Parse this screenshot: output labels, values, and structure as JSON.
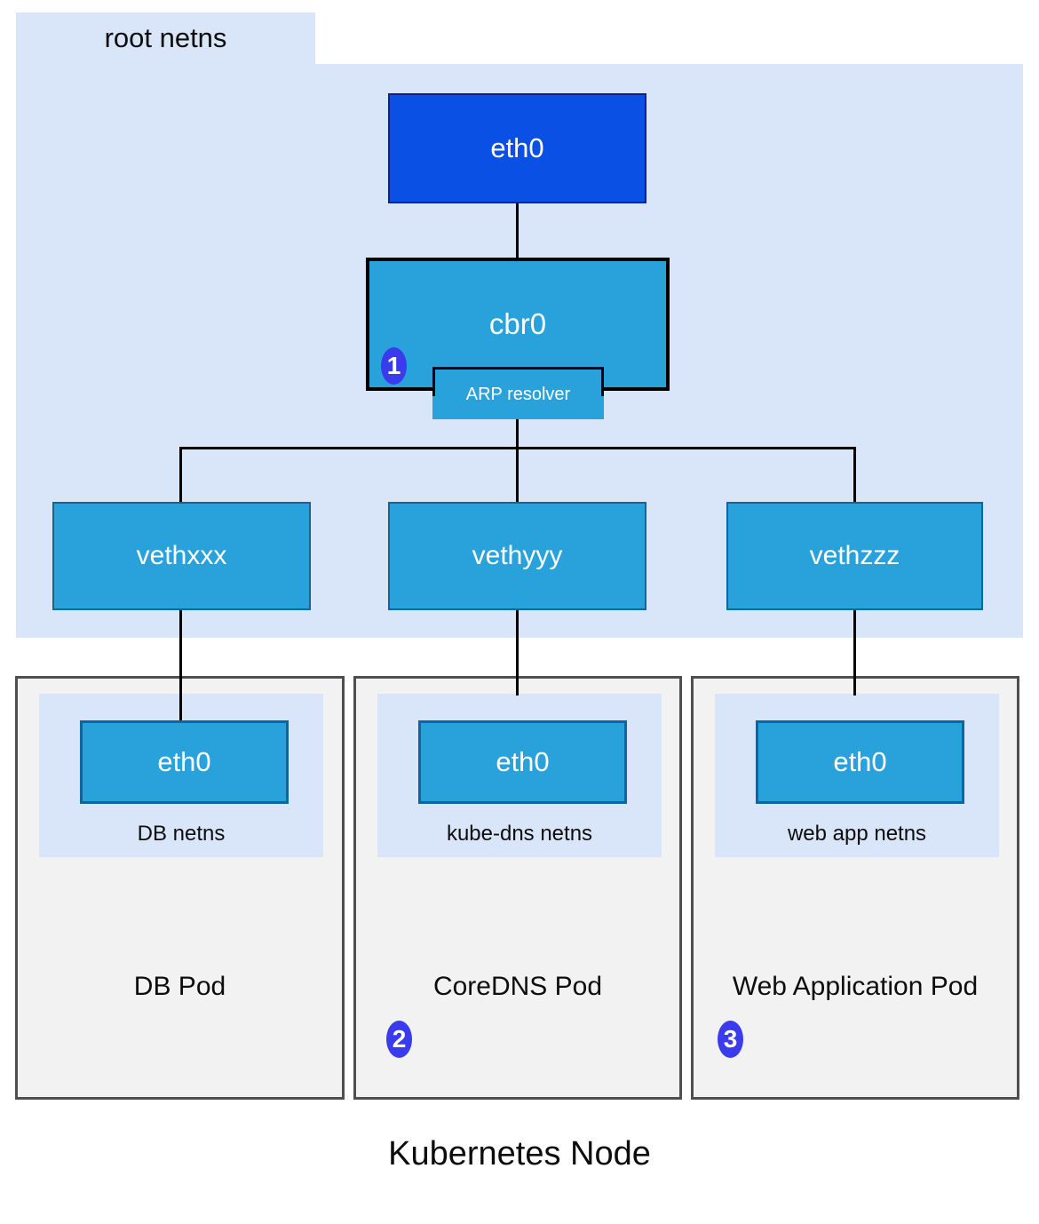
{
  "diagram": {
    "node_title": "Kubernetes Node",
    "root_netns": {
      "label": "root netns",
      "eth0_label": "eth0",
      "bridge_label": "cbr0",
      "arp_label": "ARP resolver",
      "veth_labels": [
        "vethxxx",
        "vethyyy",
        "vethzzz"
      ]
    },
    "annotations": {
      "bridge_step": "1",
      "coredns_step": "2",
      "webapp_step": "3"
    },
    "pods": [
      {
        "name": "DB Pod",
        "netns_label": "DB netns",
        "iface_label": "eth0"
      },
      {
        "name": "CoreDNS Pod",
        "netns_label": "kube-dns netns",
        "iface_label": "eth0"
      },
      {
        "name": "Web Application Pod",
        "netns_label": "web app netns",
        "iface_label": "eth0"
      }
    ],
    "colors": {
      "netns_fill": "#d9e5f8",
      "node_cyan": "#29a2db",
      "node_cyan_border": "#0d669e",
      "node_blue": "#0b50e4",
      "node_blue_border": "#0a209e",
      "badge_fill": "#3b3bee",
      "pod_fill": "#f2f2f2",
      "pod_border": "#4f4f4f",
      "connector": "#000000"
    }
  }
}
